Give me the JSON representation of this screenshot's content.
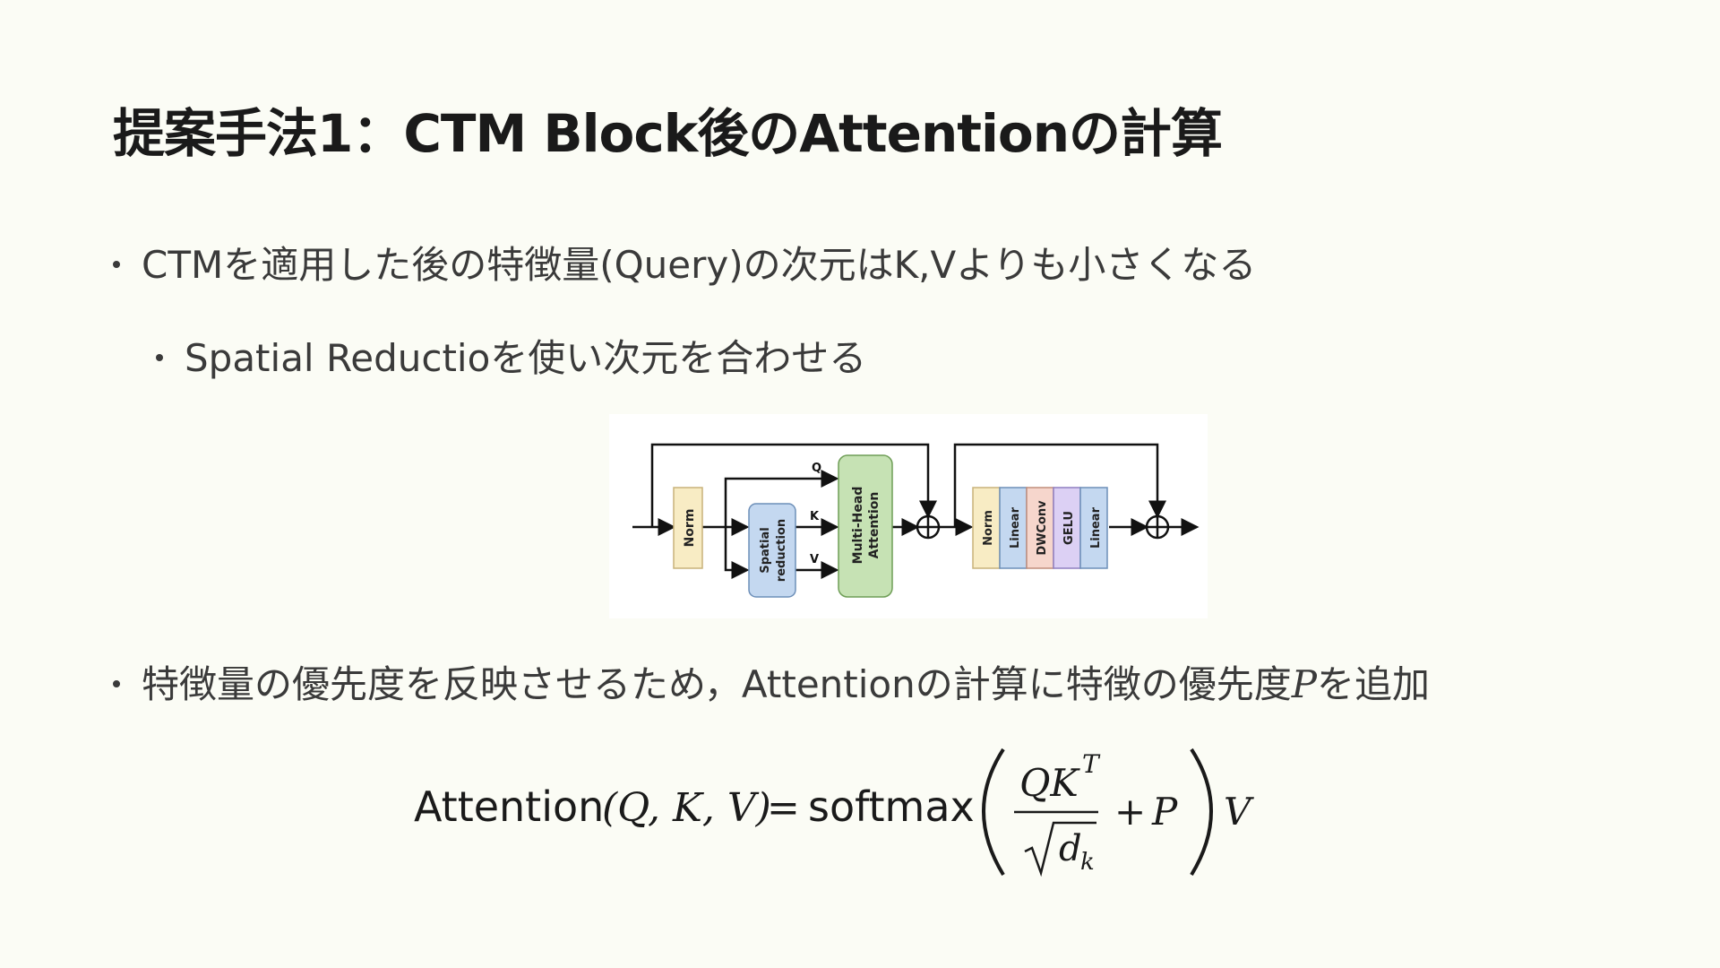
{
  "slide": {
    "title": "提案手法1：CTM Block後のAttentionの計算",
    "bullets": [
      "CTMを適用した後の特徴量(Query)の次元はK,Vよりも小さくなる",
      "Spatial Reductioを使い次元を合わせる",
      "特徴量の優先度を反映させるため，Attentionの計算に特徴の優先度",
      "P",
      "を追加"
    ]
  },
  "diagram": {
    "labels": {
      "norm": "Norm",
      "spatial_reduction_1": "Spatial",
      "spatial_reduction_2": "reduction",
      "mha_1": "Multi-Head",
      "mha_2": "Attention",
      "q": "Q",
      "k": "K",
      "v": "V",
      "norm2": "Norm",
      "linear1": "Linear",
      "dwconv": "DWConv",
      "gelu": "GELU",
      "linear2": "Linear"
    },
    "colors": {
      "norm": "#f8ecc4",
      "spatial": "#c4d8f0",
      "mha": "#c6e2b4",
      "linear": "#c4d8f0",
      "dwconv": "#f6d6cc",
      "gelu": "#dcd0f4"
    }
  },
  "formula": {
    "fn": "Attention",
    "args": "(Q, K, V)",
    "eq": "=",
    "softmax": "softmax",
    "num_q": "QK",
    "num_sup": "T",
    "den_d": "d",
    "den_sub": "k",
    "plus": "+",
    "p": "P",
    "v": "V"
  }
}
